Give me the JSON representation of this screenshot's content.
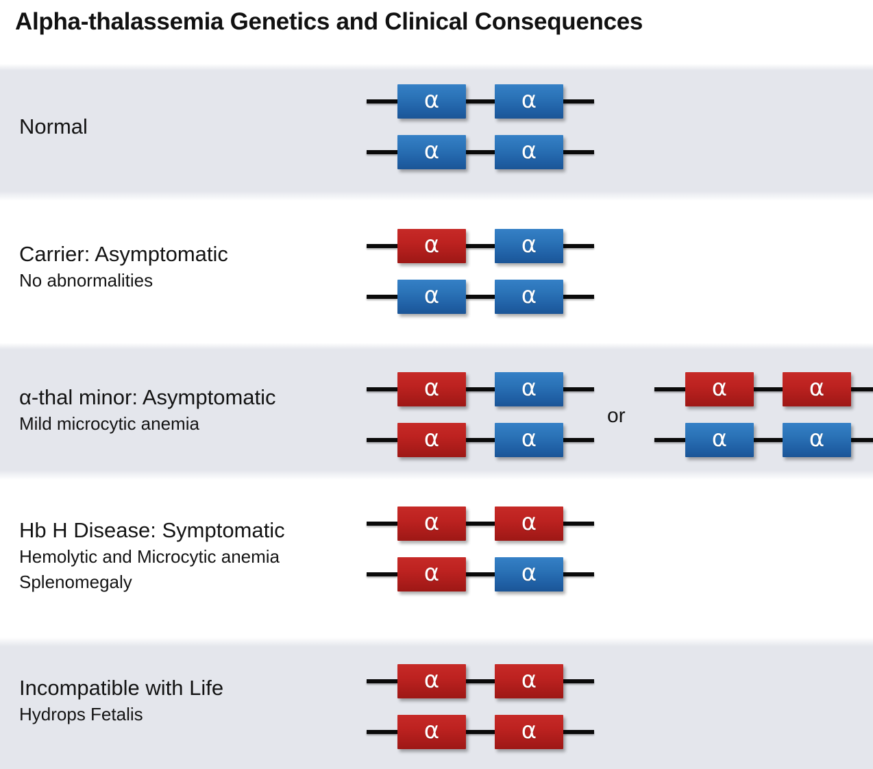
{
  "title": "Alpha-thalassemia Genetics and Clinical Consequences",
  "gene_label": "α",
  "or_label": "or",
  "colors": {
    "blue_gene": "#2a72b6",
    "red_gene": "#bd2220",
    "band_background": "#e4e6ec",
    "page_background": "#ffffff",
    "chromosome_line": "#0a0a0a",
    "text": "#131313"
  },
  "rows": [
    {
      "id": "normal",
      "banded": true,
      "labels": [
        {
          "text": "Normal",
          "emphasis": "main"
        }
      ],
      "groups": [
        {
          "chromosomes": [
            {
              "genes": [
                "blue",
                "blue"
              ]
            },
            {
              "genes": [
                "blue",
                "blue"
              ]
            }
          ]
        }
      ]
    },
    {
      "id": "carrier",
      "banded": false,
      "labels": [
        {
          "text": "Carrier: Asymptomatic",
          "emphasis": "main"
        },
        {
          "text": "No abnormalities",
          "emphasis": "sub"
        }
      ],
      "groups": [
        {
          "chromosomes": [
            {
              "genes": [
                "red",
                "blue"
              ]
            },
            {
              "genes": [
                "blue",
                "blue"
              ]
            }
          ]
        }
      ]
    },
    {
      "id": "alpha-thal-minor",
      "banded": true,
      "labels": [
        {
          "text": "α-thal minor: Asymptomatic",
          "emphasis": "main"
        },
        {
          "text": "Mild microcytic anemia",
          "emphasis": "sub"
        }
      ],
      "separator": "or",
      "groups": [
        {
          "chromosomes": [
            {
              "genes": [
                "red",
                "blue"
              ]
            },
            {
              "genes": [
                "red",
                "blue"
              ]
            }
          ]
        },
        {
          "chromosomes": [
            {
              "genes": [
                "red",
                "red"
              ]
            },
            {
              "genes": [
                "blue",
                "blue"
              ]
            }
          ]
        }
      ]
    },
    {
      "id": "hb-h-disease",
      "banded": false,
      "labels": [
        {
          "text": "Hb H Disease: Symptomatic",
          "emphasis": "main"
        },
        {
          "text": "Hemolytic and Microcytic anemia",
          "emphasis": "sub"
        },
        {
          "text": "Splenomegaly",
          "emphasis": "sub"
        }
      ],
      "groups": [
        {
          "chromosomes": [
            {
              "genes": [
                "red",
                "red"
              ]
            },
            {
              "genes": [
                "red",
                "blue"
              ]
            }
          ]
        }
      ]
    },
    {
      "id": "incompatible-with-life",
      "banded": true,
      "labels": [
        {
          "text": "Incompatible with Life",
          "emphasis": "main"
        },
        {
          "text": "Hydrops Fetalis",
          "emphasis": "sub"
        }
      ],
      "groups": [
        {
          "chromosomes": [
            {
              "genes": [
                "red",
                "red"
              ]
            },
            {
              "genes": [
                "red",
                "red"
              ]
            }
          ]
        }
      ]
    }
  ]
}
